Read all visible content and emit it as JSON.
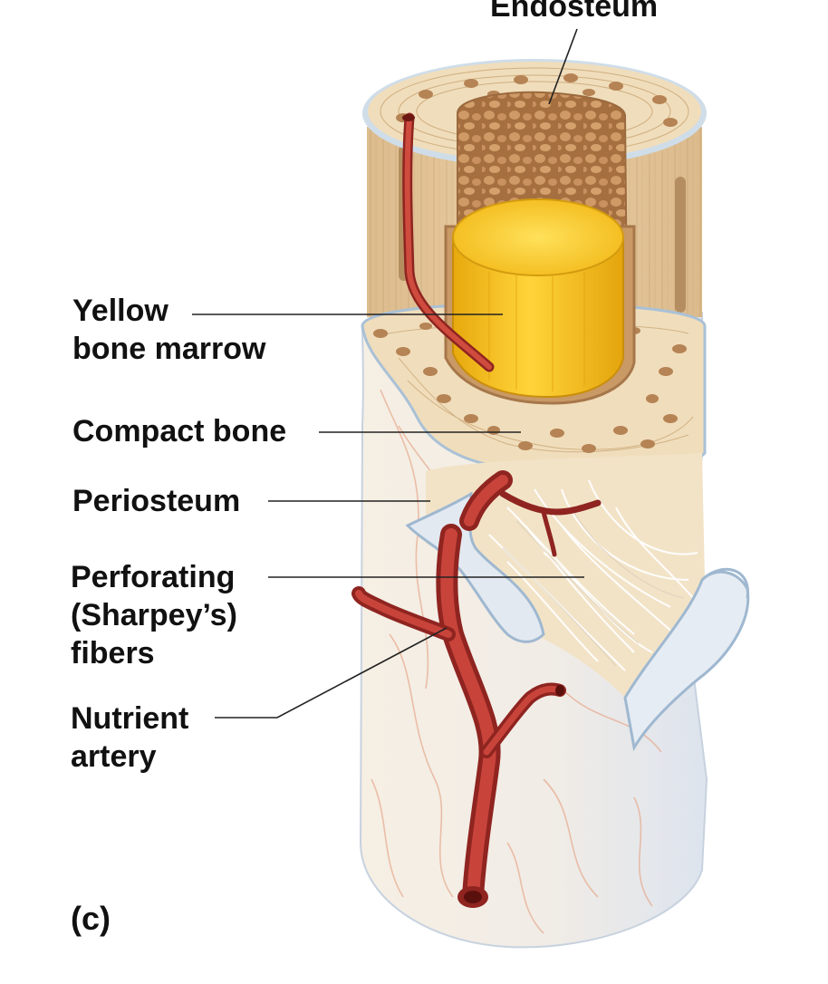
{
  "labels": {
    "endosteum": "Endosteum",
    "yellow_marrow": [
      "Yellow",
      "bone marrow"
    ],
    "compact_bone": "Compact bone",
    "periosteum": "Periosteum",
    "perforating_fibers": [
      "Perforating",
      "(Sharpey’s)",
      "fibers"
    ],
    "nutrient_artery": [
      "Nutrient",
      "artery"
    ],
    "panel": "(c)"
  },
  "colors": {
    "periosteum": "#e9edf3",
    "periosteum_edge": "#9fb8d0",
    "compact_bone": "#ecd6b0",
    "lamella_line": "#c9a97c",
    "spongy_bone": "#b5804f",
    "yellow_marrow": "#f4c21c",
    "artery": "#b8352c",
    "fibers": "#ffffff"
  }
}
